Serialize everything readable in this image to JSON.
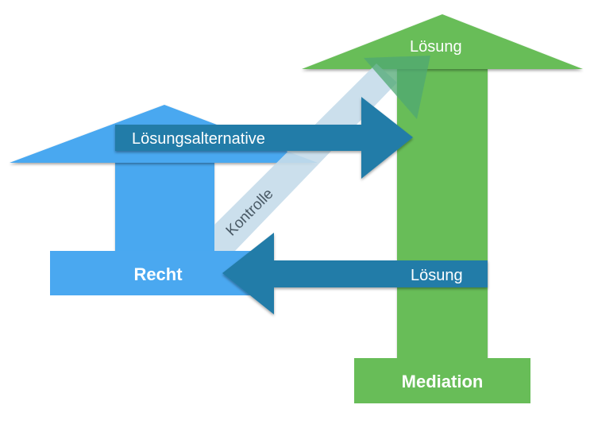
{
  "diagram": {
    "colors": {
      "recht_blue": "#4aa8f0",
      "mediation_green": "#68bd58",
      "flow_dark_blue": "#237ba8",
      "kontrolle_band": "#c5dcea",
      "kontrolle_head": "#4fa873"
    },
    "nodes": {
      "recht": {
        "label": "Recht"
      },
      "mediation": {
        "label": "Mediation"
      }
    },
    "arrows": {
      "loesungsalternative": {
        "label": "Lösungsalternative",
        "direction": "right"
      },
      "loesung_back": {
        "label": "Lösung",
        "direction": "left"
      },
      "kontrolle": {
        "label": "Kontrolle",
        "direction": "up-right"
      },
      "mediation_up": {
        "label": "Lösung",
        "direction": "up"
      },
      "recht_up": {
        "label": "",
        "direction": "up"
      }
    }
  }
}
